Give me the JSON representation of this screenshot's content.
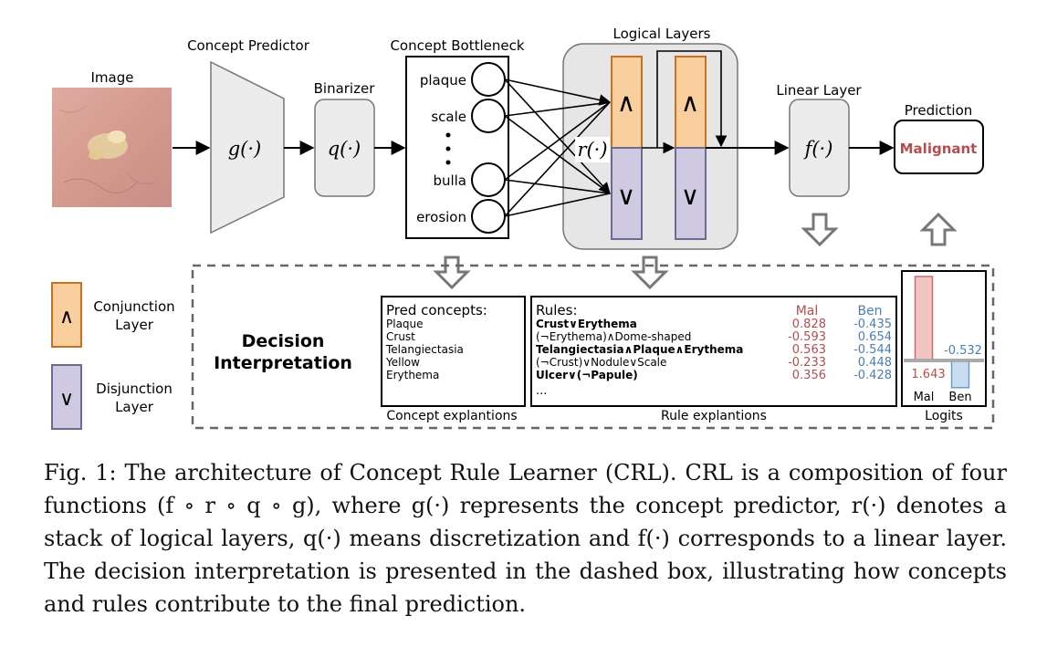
{
  "pipeline": {
    "image_title": "Image",
    "concept_predictor_title": "Concept Predictor",
    "concept_predictor_fn": "g(·)",
    "binarizer_title": "Binarizer",
    "binarizer_fn": "q(·)",
    "bottleneck_title": "Concept Bottleneck",
    "bottleneck_concepts": [
      "plaque",
      "scale",
      "bulla",
      "erosion"
    ],
    "logical_title": "Logical Layers",
    "logical_fn": "r(·)",
    "and_symbol": "∧",
    "or_symbol": "∨",
    "linear_title": "Linear Layer",
    "linear_fn": "f(·)",
    "prediction_title": "Prediction",
    "prediction_value": "Malignant"
  },
  "legend": {
    "conjunction": [
      "Conjunction",
      "Layer"
    ],
    "disjunction": [
      "Disjunction",
      "Layer"
    ]
  },
  "interpretation": {
    "title_lines": [
      "Decision",
      "Interpretation"
    ],
    "concepts_header": "Pred concepts:",
    "concepts": [
      "Plaque",
      "Crust",
      "Telangiectasia",
      "Yellow",
      "Erythema"
    ],
    "concepts_caption": "Concept explantions",
    "rules_header": "Rules:",
    "mal_header": "Mal",
    "ben_header": "Ben",
    "rules": [
      {
        "text": "Crust∨Erythema",
        "mal": "0.828",
        "ben": "-0.435"
      },
      {
        "text": "(¬Erythema)∧Dome-shaped",
        "mal": "-0.593",
        "ben": "0.654"
      },
      {
        "text": "Telangiectasia∧Plaque∧Erythema",
        "mal": "0.563",
        "ben": "-0.544"
      },
      {
        "text": "(¬Crust)∨Nodule∨Scale",
        "mal": "-0.233",
        "ben": "0.448"
      },
      {
        "text": "Ulcer∨(¬Papule)",
        "mal": "0.356",
        "ben": "-0.428"
      }
    ],
    "rules_ellipsis": "...",
    "rules_caption": "Rule explantions",
    "logits_caption": "Logits"
  },
  "chart_data": {
    "type": "bar",
    "categories": [
      "Mal",
      "Ben"
    ],
    "values": [
      1.643,
      -0.532
    ],
    "data_labels": [
      "1.643",
      "-0.532"
    ],
    "title": "Logits",
    "colors": [
      "#f3c4c4",
      "#c9ddf2"
    ]
  },
  "colors": {
    "conjunction_fill": "#f9cf9d",
    "conjunction_stroke": "#c8701f",
    "disjunction_fill": "#cfcae2",
    "disjunction_stroke": "#6d6a94",
    "mal_text": "#b34e4e",
    "ben_text": "#4a7fb0",
    "box_fill": "#ececec",
    "box_stroke": "#777777"
  },
  "caption": "Fig. 1: The architecture of Concept Rule Learner (CRL). CRL is a composition of four functions (f ∘ r ∘ q ∘ g), where g(·) represents the concept predictor, r(·) denotes a stack of logical layers, q(·) means discretization and f(·) corresponds to a linear layer. The decision interpretation is presented in the dashed box, illustrating how concepts and rules contribute to the final prediction."
}
